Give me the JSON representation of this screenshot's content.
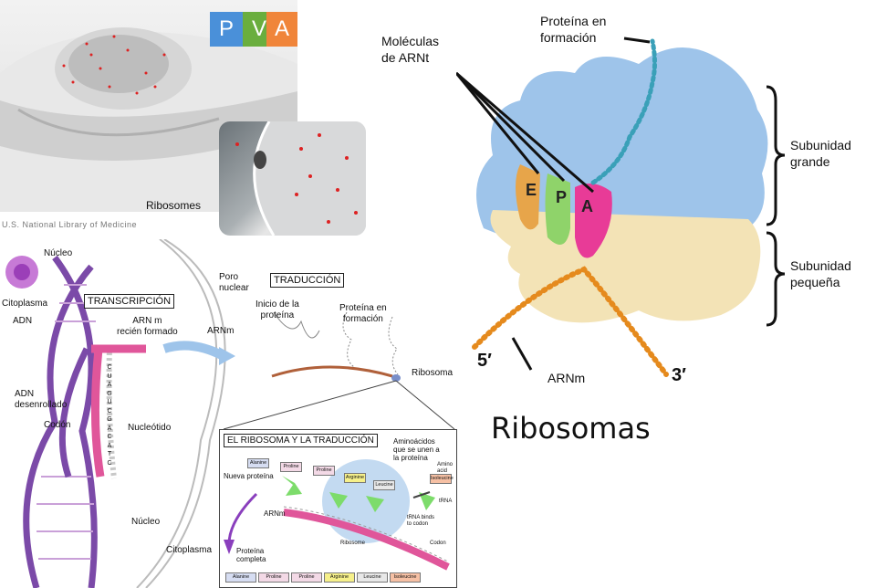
{
  "pva": {
    "p": "P",
    "v": "V",
    "a": "A",
    "colors": [
      "#4a90d9",
      "#6aae3e",
      "#f0853a"
    ]
  },
  "cell_caption": "Ribosomes",
  "credit": "U.S. National Library of Medicine",
  "ribosome_3d": {
    "trna_label": "Moléculas\nde ARNt",
    "protein_label": "Proteína en\nformación",
    "large_subunit": "Subunidad\ngrande",
    "small_subunit": "Subunidad\npequeña",
    "five_prime": "5′",
    "three_prime": "3′",
    "mrna": "ARNm",
    "sites": [
      "E",
      "P",
      "A"
    ],
    "title": "Ribosomas"
  },
  "diagram": {
    "nucleus": "Núcleo",
    "cytoplasm": "Citoplasma",
    "dna": "ADN",
    "transcription": "TRANSCRIPCIÓN",
    "new_mrna": "ARN m\nrecién formado",
    "nuclear_pore": "Poro\nnuclear",
    "translation": "TRADUCCIÓN",
    "protein_start": "Inicio de la\nproteína",
    "protein_forming": "Proteína en\nformación",
    "mrna": "ARNm",
    "ribosome": "Ribosoma",
    "unwound_dna": "ADN\ndesenrollado",
    "codon": "Codón",
    "nucleotide": "Nucleótido",
    "nucleus_bottom": "Núcleo",
    "cytoplasm_bottom": "Citoplasma",
    "bases": [
      "C",
      "U",
      "A",
      "G",
      "U",
      "C",
      "G",
      "A",
      "C",
      "A",
      "T",
      "C"
    ]
  },
  "inset": {
    "title": "EL RIBOSOMA Y LA TRADUCCIÓN",
    "amino_join": "Aminoácidos\nque se unen a\nla proteína",
    "amino_acid": "Amino\nacid",
    "new_protein": "Nueva proteína",
    "arnm": "ARNm",
    "trna": "tRNA",
    "trna_binds": "tRNA binds\nto codon",
    "ribosome": "Ribosome",
    "codon": "Codon",
    "complete_protein": "Proteína\ncompleta",
    "top_chain": [
      "Alanine",
      "Proline",
      "Proline",
      "Arginine",
      "Leucine",
      "Isoleucine"
    ],
    "bottom_chain": [
      "Alanine",
      "Proline",
      "Proline",
      "Arginine",
      "Leucine",
      "Isoleucine"
    ]
  }
}
